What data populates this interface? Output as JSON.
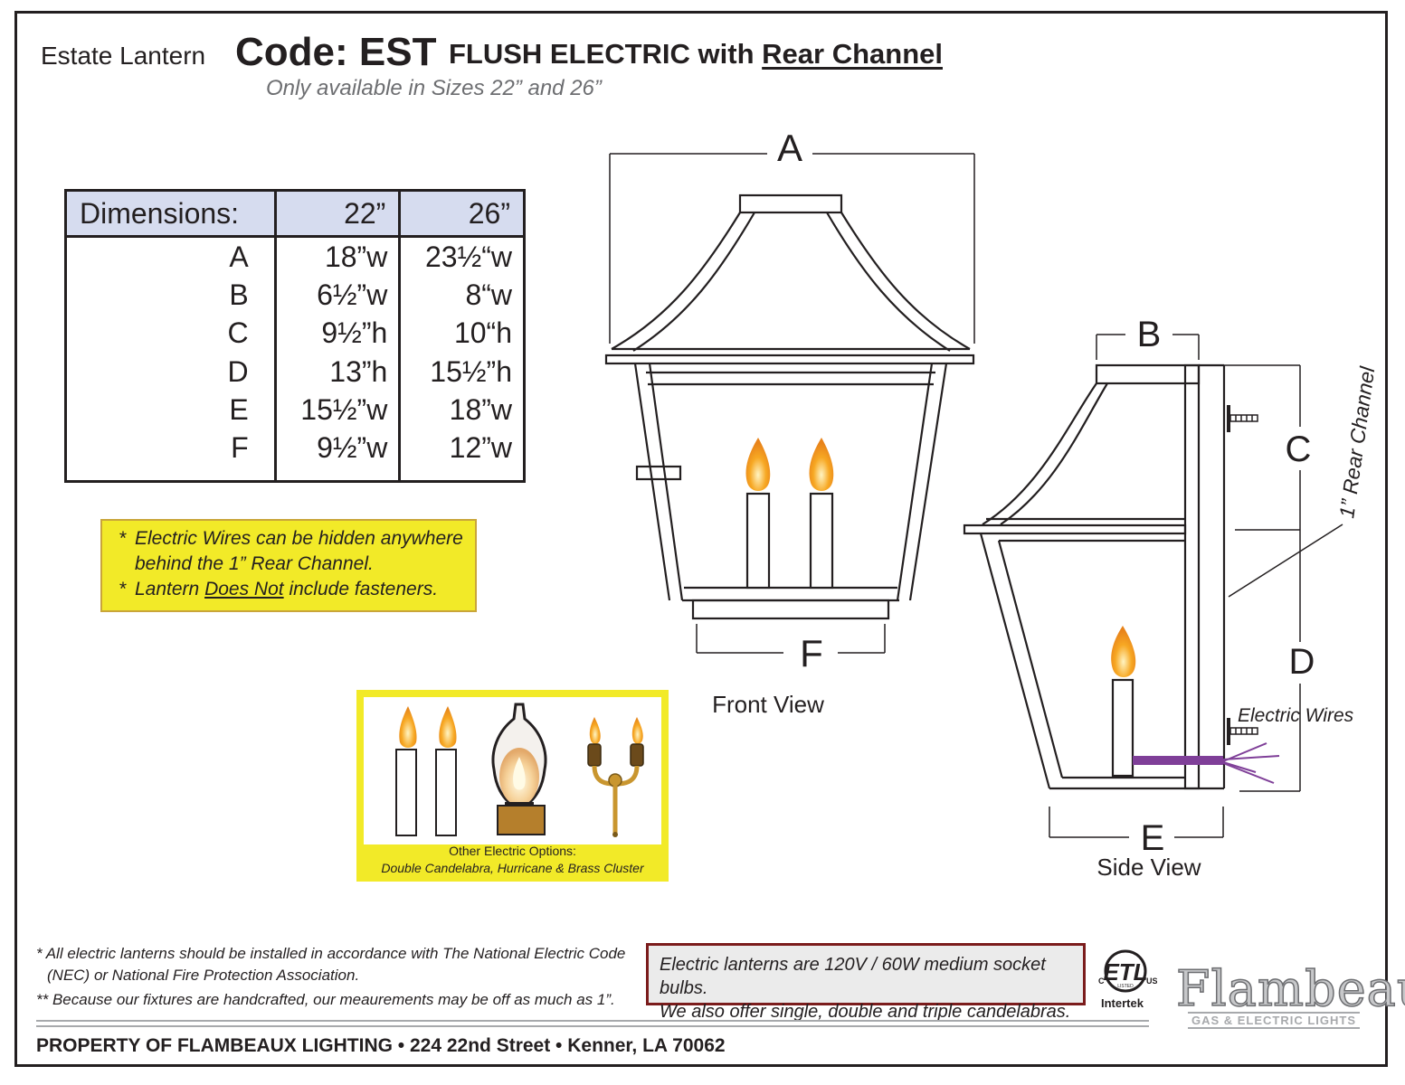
{
  "header": {
    "prefix": "Estate Lantern",
    "code": "Code: EST",
    "title_main": "FLUSH ELECTRIC with ",
    "title_underlined": "Rear Channel",
    "subtitle": "Only available in Sizes 22” and 26”"
  },
  "dimensions_table": {
    "headers": [
      "Dimensions:",
      "22”",
      "26”"
    ],
    "rows": [
      {
        "label": "A",
        "size22": "18”w",
        "size26": "23½“w"
      },
      {
        "label": "B",
        "size22": "6½”w",
        "size26": "8“w"
      },
      {
        "label": "C",
        "size22": "9½”h",
        "size26": "10“h"
      },
      {
        "label": "D",
        "size22": "13”h",
        "size26": "15½”h"
      },
      {
        "label": "E",
        "size22": "15½”w",
        "size26": "18”w"
      },
      {
        "label": "F",
        "size22": "9½”w",
        "size26": "12”w"
      }
    ]
  },
  "note": {
    "line1": "Electric Wires can be hidden anywhere",
    "line2": "behind the 1” Rear Channel.",
    "line3_prefix": "Lantern ",
    "line3_underlined": "Does Not",
    "line3_suffix": " include fasteners.",
    "bullet": "*"
  },
  "front_view": {
    "label_top": "A",
    "label_bottom": "F",
    "caption": "Front View"
  },
  "side_view": {
    "label_top": "B",
    "label_right_top": "C",
    "label_right_bottom": "D",
    "label_bottom": "E",
    "channel_label": "1” Rear Channel",
    "wires_label": "Electric Wires",
    "caption": "Side View",
    "wire_color": "#7f3f98"
  },
  "options": {
    "caption_line1": "Other Electric Options:",
    "caption_line2": "Double Candelabra, Hurricane & Brass Cluster"
  },
  "footnotes": {
    "line1": "* All electric lanterns should be installed in accordance with The National Electric Code",
    "line2": "(NEC) or National Fire Protection Association.",
    "line3": "** Because our fixtures are handcrafted, our meaurements may be off as much as 1”."
  },
  "electric_box": {
    "line1": "Electric lanterns are 120V / 60W medium socket bulbs.",
    "line2": "We also offer single, double and triple candelabras."
  },
  "certification": {
    "mark": "ETL",
    "left": "C",
    "right": "US",
    "small": "LISTED",
    "name": "Intertek"
  },
  "brand": {
    "logo": "Flambeaux",
    "tagline": "GAS & ELECTRIC LIGHTS"
  },
  "footer": {
    "property": "PROPERTY OF FLAMBEAUX LIGHTING • 224 22nd Street • Kenner, LA 70062"
  },
  "colors": {
    "highlight_yellow": "#f2ea28",
    "table_header": "#d6dcef",
    "flame": "#f7a823",
    "electric_box_border": "#7b1c1c"
  }
}
